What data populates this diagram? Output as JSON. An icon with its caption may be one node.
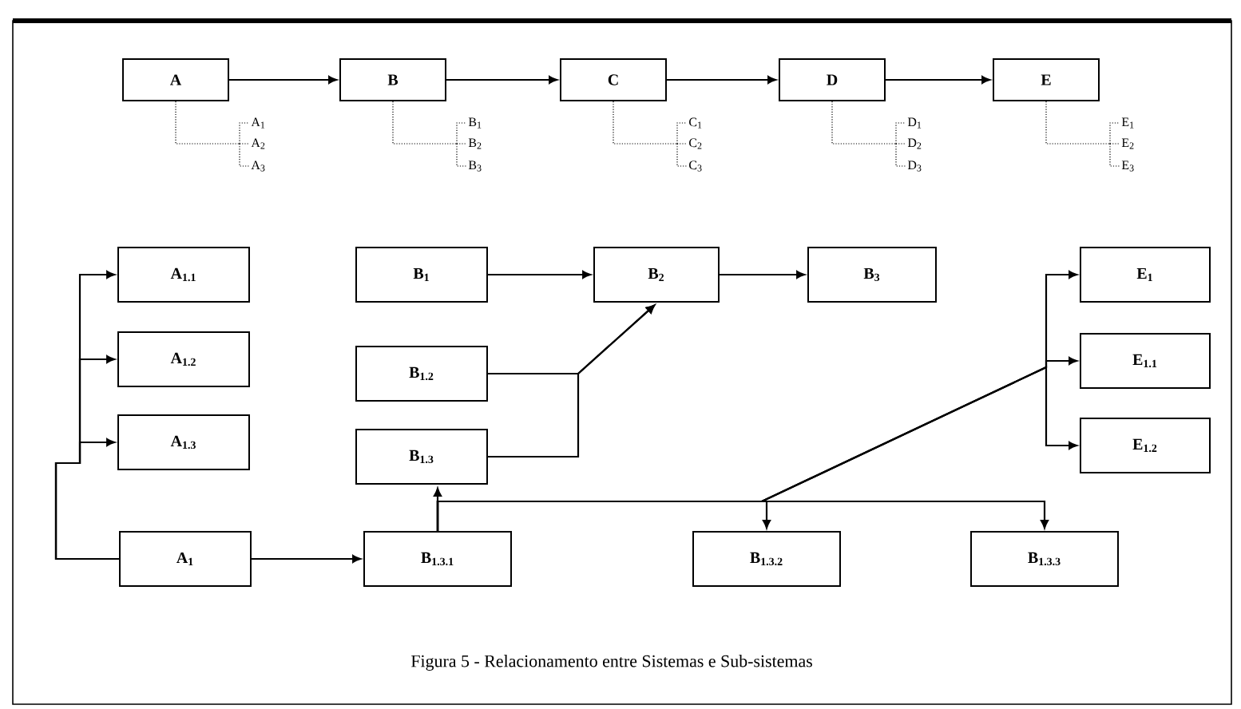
{
  "diagram": {
    "caption": "Figura 5 - Relacionamento entre Sistemas e Sub-sistemas",
    "nodes": [
      {
        "text": [
          "A"
        ]
      },
      {
        "text": [
          "B"
        ]
      },
      {
        "text": [
          "C"
        ]
      },
      {
        "text": [
          "D"
        ]
      },
      {
        "text": [
          "E"
        ]
      },
      {
        "text": [
          "A$_{1}$"
        ]
      },
      {
        "text": [
          "A$_{2}$"
        ]
      },
      {
        "text": [
          "A$_{3}$"
        ]
      },
      {
        "text": [
          "B$_{1}$"
        ]
      },
      {
        "text": [
          "B$_{2}$"
        ]
      },
      {
        "text": [
          "B$_{3}$"
        ]
      },
      {
        "text": [
          "C$_{1}$"
        ]
      },
      {
        "text": [
          "C$_{2}$"
        ]
      },
      {
        "text": [
          "C$_{3}$"
        ]
      },
      {
        "text": [
          "D$_{1}$"
        ]
      },
      {
        "text": [
          "D$_{2}$"
        ]
      },
      {
        "text": [
          "D$_{3}$"
        ]
      },
      {
        "text": [
          "E$_{1}$"
        ]
      },
      {
        "text": [
          "E$_{2}$"
        ]
      },
      {
        "text": [
          "E$_{3}$"
        ]
      },
      {
        "text": [
          "A$_{1.1}$"
        ]
      },
      {
        "text": [
          "A$_{1.2}$"
        ]
      },
      {
        "text": [
          "A$_{1.3}$"
        ]
      },
      {
        "text": [
          "B$_{1}$"
        ]
      },
      {
        "text": [
          "B$_{2}$"
        ]
      },
      {
        "text": [
          "B$_{3}$"
        ]
      },
      {
        "text": [
          "B$_{1.2}$"
        ]
      },
      {
        "text": [
          "B$_{1.3}$"
        ]
      },
      {
        "text": [
          "E$_{1}$"
        ]
      },
      {
        "text": [
          "E$_{1.1}$"
        ]
      },
      {
        "text": [
          "E$_{1.2}$"
        ]
      },
      {
        "text": [
          "A$_{1}$"
        ]
      },
      {
        "text": [
          "B$_{1.3.1}$"
        ]
      },
      {
        "text": [
          "B$_{1.3.2}$"
        ]
      },
      {
        "text": [
          "B$_{1.3.3}$"
        ]
      }
    ],
    "edges": [
      {
        "from": 0,
        "to": 1,
        "arrow": "to"
      },
      {
        "from": 1,
        "to": 2,
        "arrow": "to"
      },
      {
        "from": 2,
        "to": 3,
        "arrow": "to"
      },
      {
        "from": 3,
        "to": 4,
        "arrow": "to"
      },
      {
        "from": 0,
        "to": 5,
        "arrow": "none",
        "style": "dashed"
      },
      {
        "from": 0,
        "to": 6,
        "arrow": "none",
        "style": "dashed"
      },
      {
        "from": 0,
        "to": 7,
        "arrow": "none",
        "style": "dashed"
      },
      {
        "from": 1,
        "to": 8,
        "arrow": "none",
        "style": "dashed"
      },
      {
        "from": 1,
        "to": 9,
        "arrow": "none",
        "style": "dashed"
      },
      {
        "from": 1,
        "to": 10,
        "arrow": "none",
        "style": "dashed"
      },
      {
        "from": 2,
        "to": 11,
        "arrow": "none",
        "style": "dashed"
      },
      {
        "from": 2,
        "to": 12,
        "arrow": "none",
        "style": "dashed"
      },
      {
        "from": 2,
        "to": 13,
        "arrow": "none",
        "style": "dashed"
      },
      {
        "from": 3,
        "to": 14,
        "arrow": "none",
        "style": "dashed"
      },
      {
        "from": 3,
        "to": 15,
        "arrow": "none",
        "style": "dashed"
      },
      {
        "from": 3,
        "to": 16,
        "arrow": "none",
        "style": "dashed"
      },
      {
        "from": 4,
        "to": 17,
        "arrow": "none",
        "style": "dashed"
      },
      {
        "from": 4,
        "to": 18,
        "arrow": "none",
        "style": "dashed"
      },
      {
        "from": 4,
        "to": 19,
        "arrow": "none",
        "style": "dashed"
      },
      {
        "from": 31,
        "to": 20,
        "arrow": "to"
      },
      {
        "from": 31,
        "to": 21,
        "arrow": "to"
      },
      {
        "from": 31,
        "to": 22,
        "arrow": "to"
      },
      {
        "from": 31,
        "to": 32,
        "arrow": "to"
      },
      {
        "from": 23,
        "to": 24,
        "arrow": "to"
      },
      {
        "from": 24,
        "to": 25,
        "arrow": "to"
      },
      {
        "from": 26,
        "to": 24,
        "arrow": "to"
      },
      {
        "from": 27,
        "to": 24,
        "arrow": "to"
      },
      {
        "from": 32,
        "to": 27,
        "arrow": "to"
      },
      {
        "from": 32,
        "to": 33,
        "arrow": "to"
      },
      {
        "from": 32,
        "to": 34,
        "arrow": "to"
      },
      {
        "from": 32,
        "to": 28,
        "arrow": "to"
      },
      {
        "from": 32,
        "to": 29,
        "arrow": "to"
      },
      {
        "from": 32,
        "to": 30,
        "arrow": "to"
      }
    ]
  }
}
